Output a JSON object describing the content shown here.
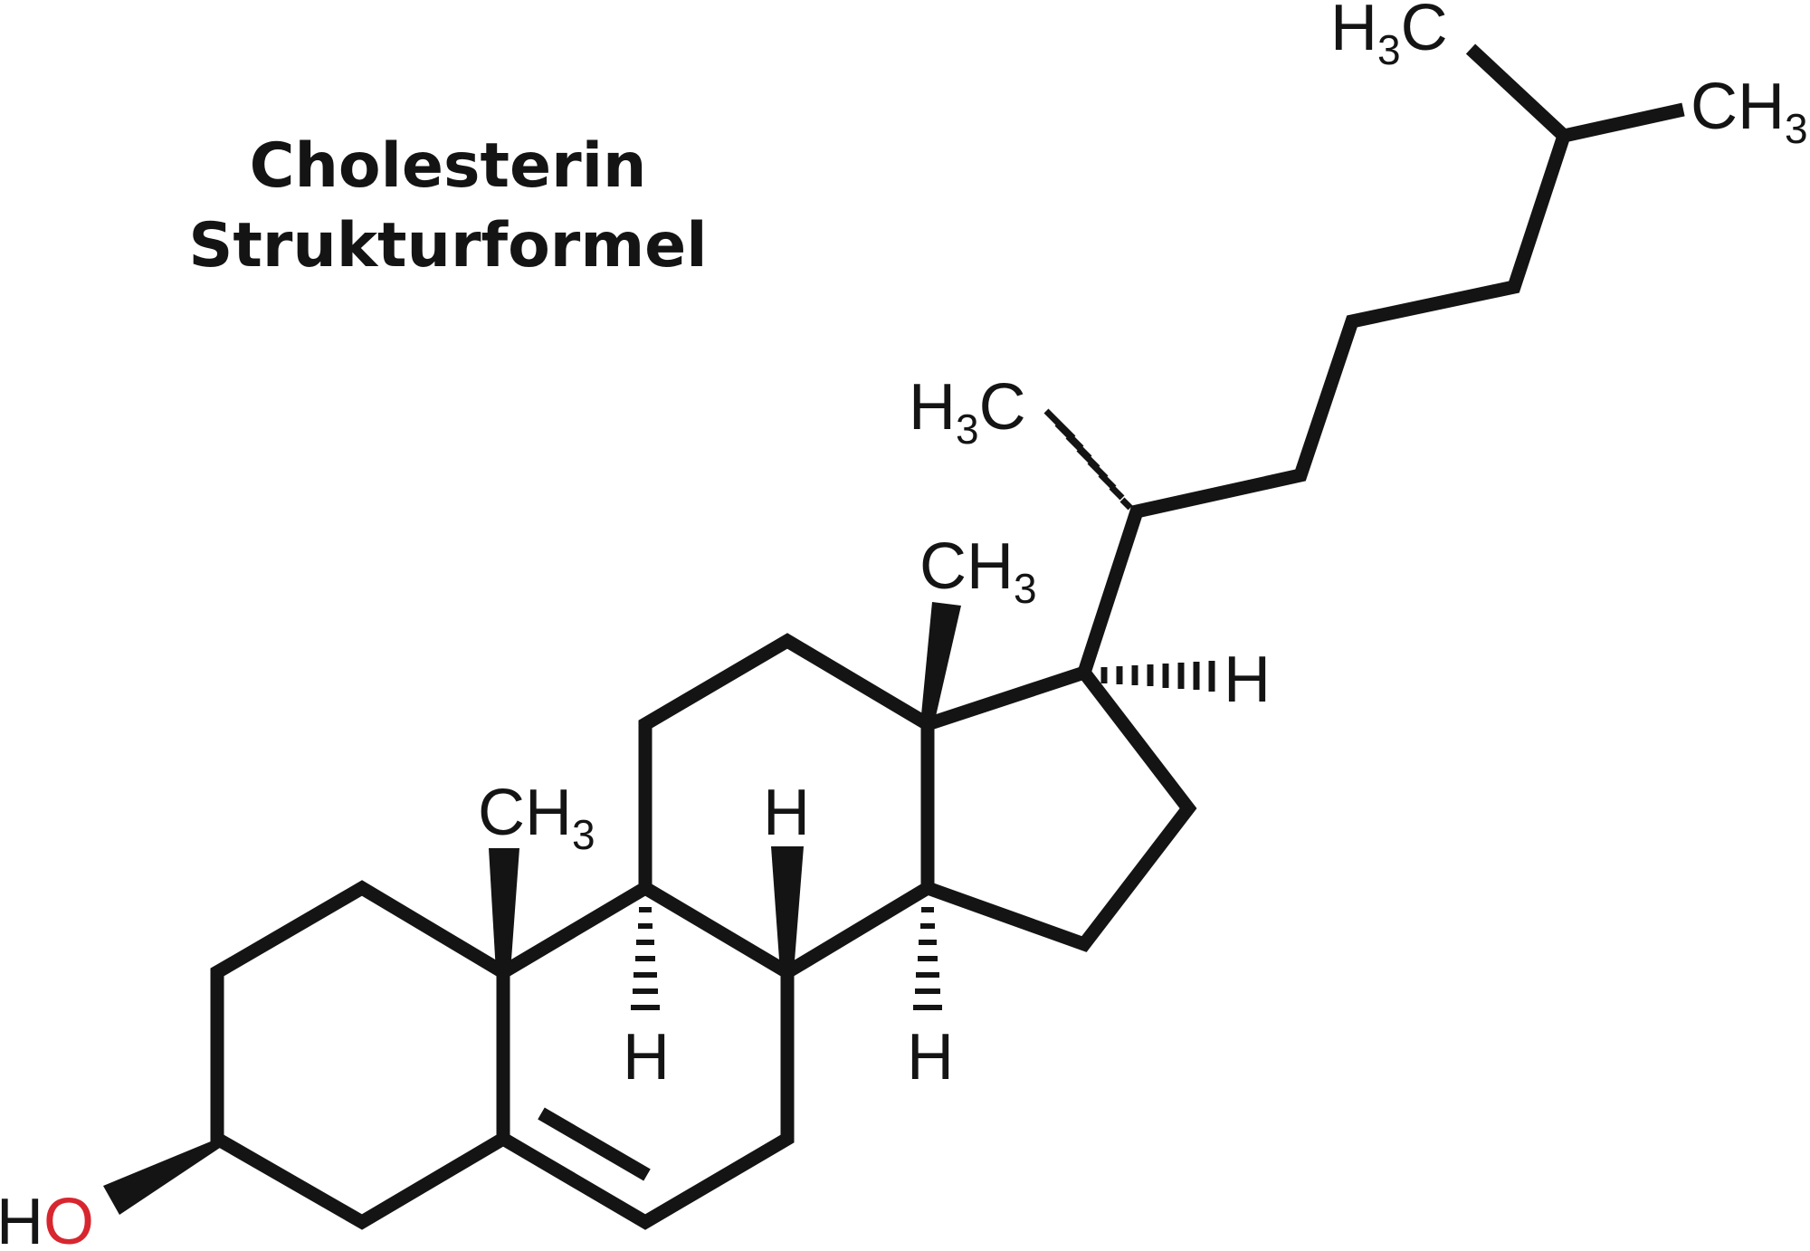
{
  "title": {
    "line1": "Cholesterin",
    "line2": "Strukturformel"
  },
  "colors": {
    "ink": "#141414",
    "oxygen": "#d7262f"
  },
  "labels": {
    "h3c_top": {
      "main": "H",
      "sub": "3",
      "tail": "C"
    },
    "ch3_right": {
      "main": "CH",
      "sub": "3"
    },
    "h3c_side": {
      "main": "H",
      "sub": "3",
      "tail": "C"
    },
    "ch3_c13": {
      "main": "CH",
      "sub": "3"
    },
    "h_c17": "H",
    "ch3_c10": {
      "main": "CH",
      "sub": "3"
    },
    "h_c8": "H",
    "h_c9": "H",
    "h_c14": "H",
    "ho": {
      "h": "H",
      "o": "O"
    }
  }
}
